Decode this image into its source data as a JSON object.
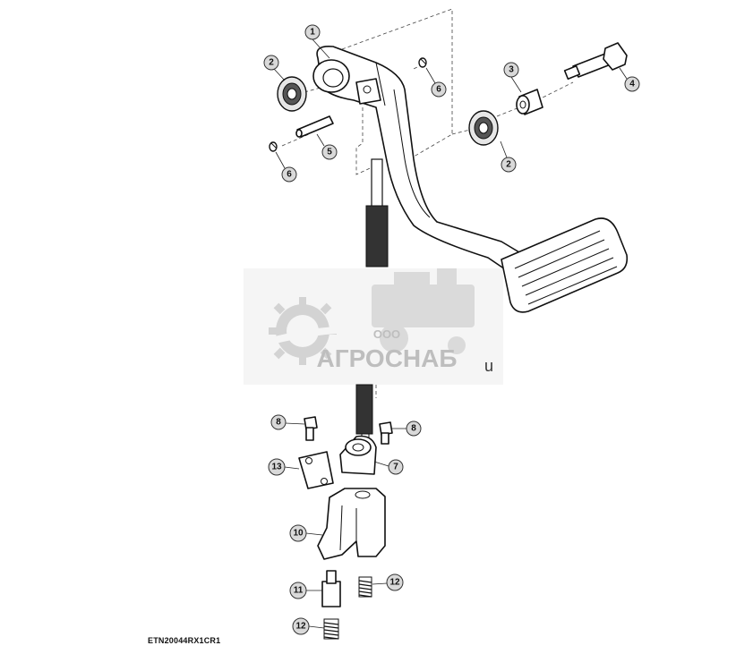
{
  "figure_id": "ETN20044RX1CR1",
  "watermark": {
    "company_prefix": "ООО",
    "company_name": "АГРОСНАБ",
    "suffix": "u"
  },
  "callouts": [
    {
      "number": "1",
      "part": "pedal"
    },
    {
      "number": "2",
      "part": "bearing-upper"
    },
    {
      "number": "2",
      "part": "bearing-lower"
    },
    {
      "number": "3",
      "part": "spacer"
    },
    {
      "number": "4",
      "part": "bolt"
    },
    {
      "number": "5",
      "part": "pin"
    },
    {
      "number": "6",
      "part": "clip-right"
    },
    {
      "number": "6",
      "part": "clip-left"
    },
    {
      "number": "7",
      "part": "bracket"
    },
    {
      "number": "8",
      "part": "screw-left"
    },
    {
      "number": "8",
      "part": "screw-right"
    },
    {
      "number": "10",
      "part": "yoke"
    },
    {
      "number": "11",
      "part": "plunger"
    },
    {
      "number": "12",
      "part": "spring-right"
    },
    {
      "number": "12",
      "part": "spring-bottom"
    },
    {
      "number": "13",
      "part": "plate"
    }
  ]
}
